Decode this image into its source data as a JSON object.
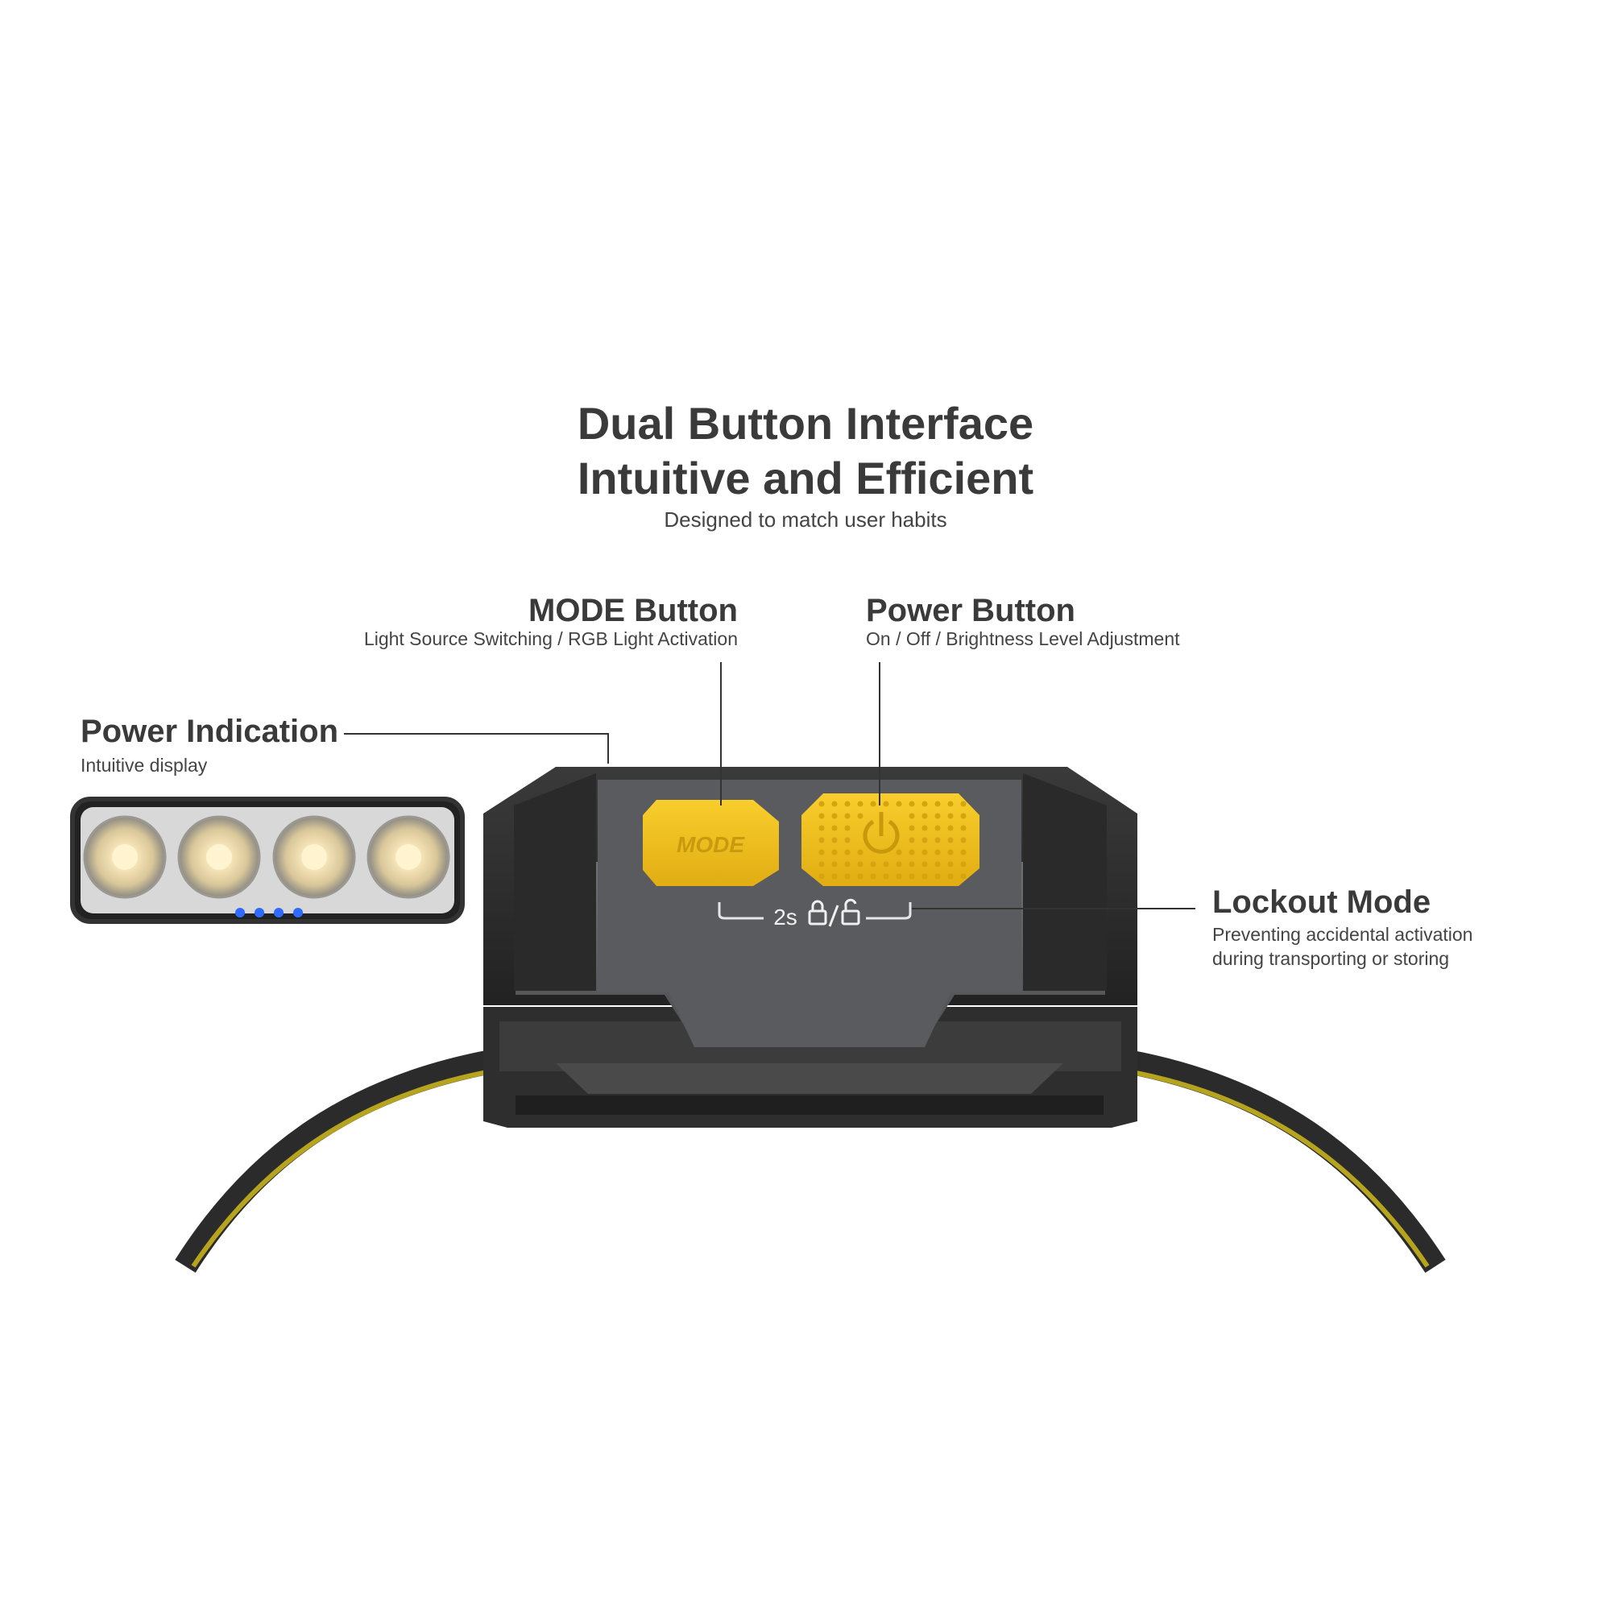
{
  "header": {
    "title_line1": "Dual Button Interface",
    "title_line2": "Intuitive and Efficient",
    "subtitle": "Designed to match user habits"
  },
  "callouts": {
    "mode": {
      "title": "MODE Button",
      "desc": "Light Source Switching / RGB Light Activation"
    },
    "power": {
      "title": "Power Button",
      "desc": "On / Off / Brightness Level Adjustment"
    },
    "indication": {
      "title": "Power Indication",
      "desc": "Intuitive display"
    },
    "lockout": {
      "title": "Lockout Mode",
      "desc_line1": "Preventing accidental activation",
      "desc_line2": "during transporting or storing"
    }
  },
  "device": {
    "mode_button_label": "MODE",
    "lock_hint": "2s"
  },
  "colors": {
    "accent_yellow": "#f2c11d",
    "body_dark": "#2b2b2b",
    "body_grey": "#5f6063",
    "indicator_blue": "#2f6bff"
  }
}
